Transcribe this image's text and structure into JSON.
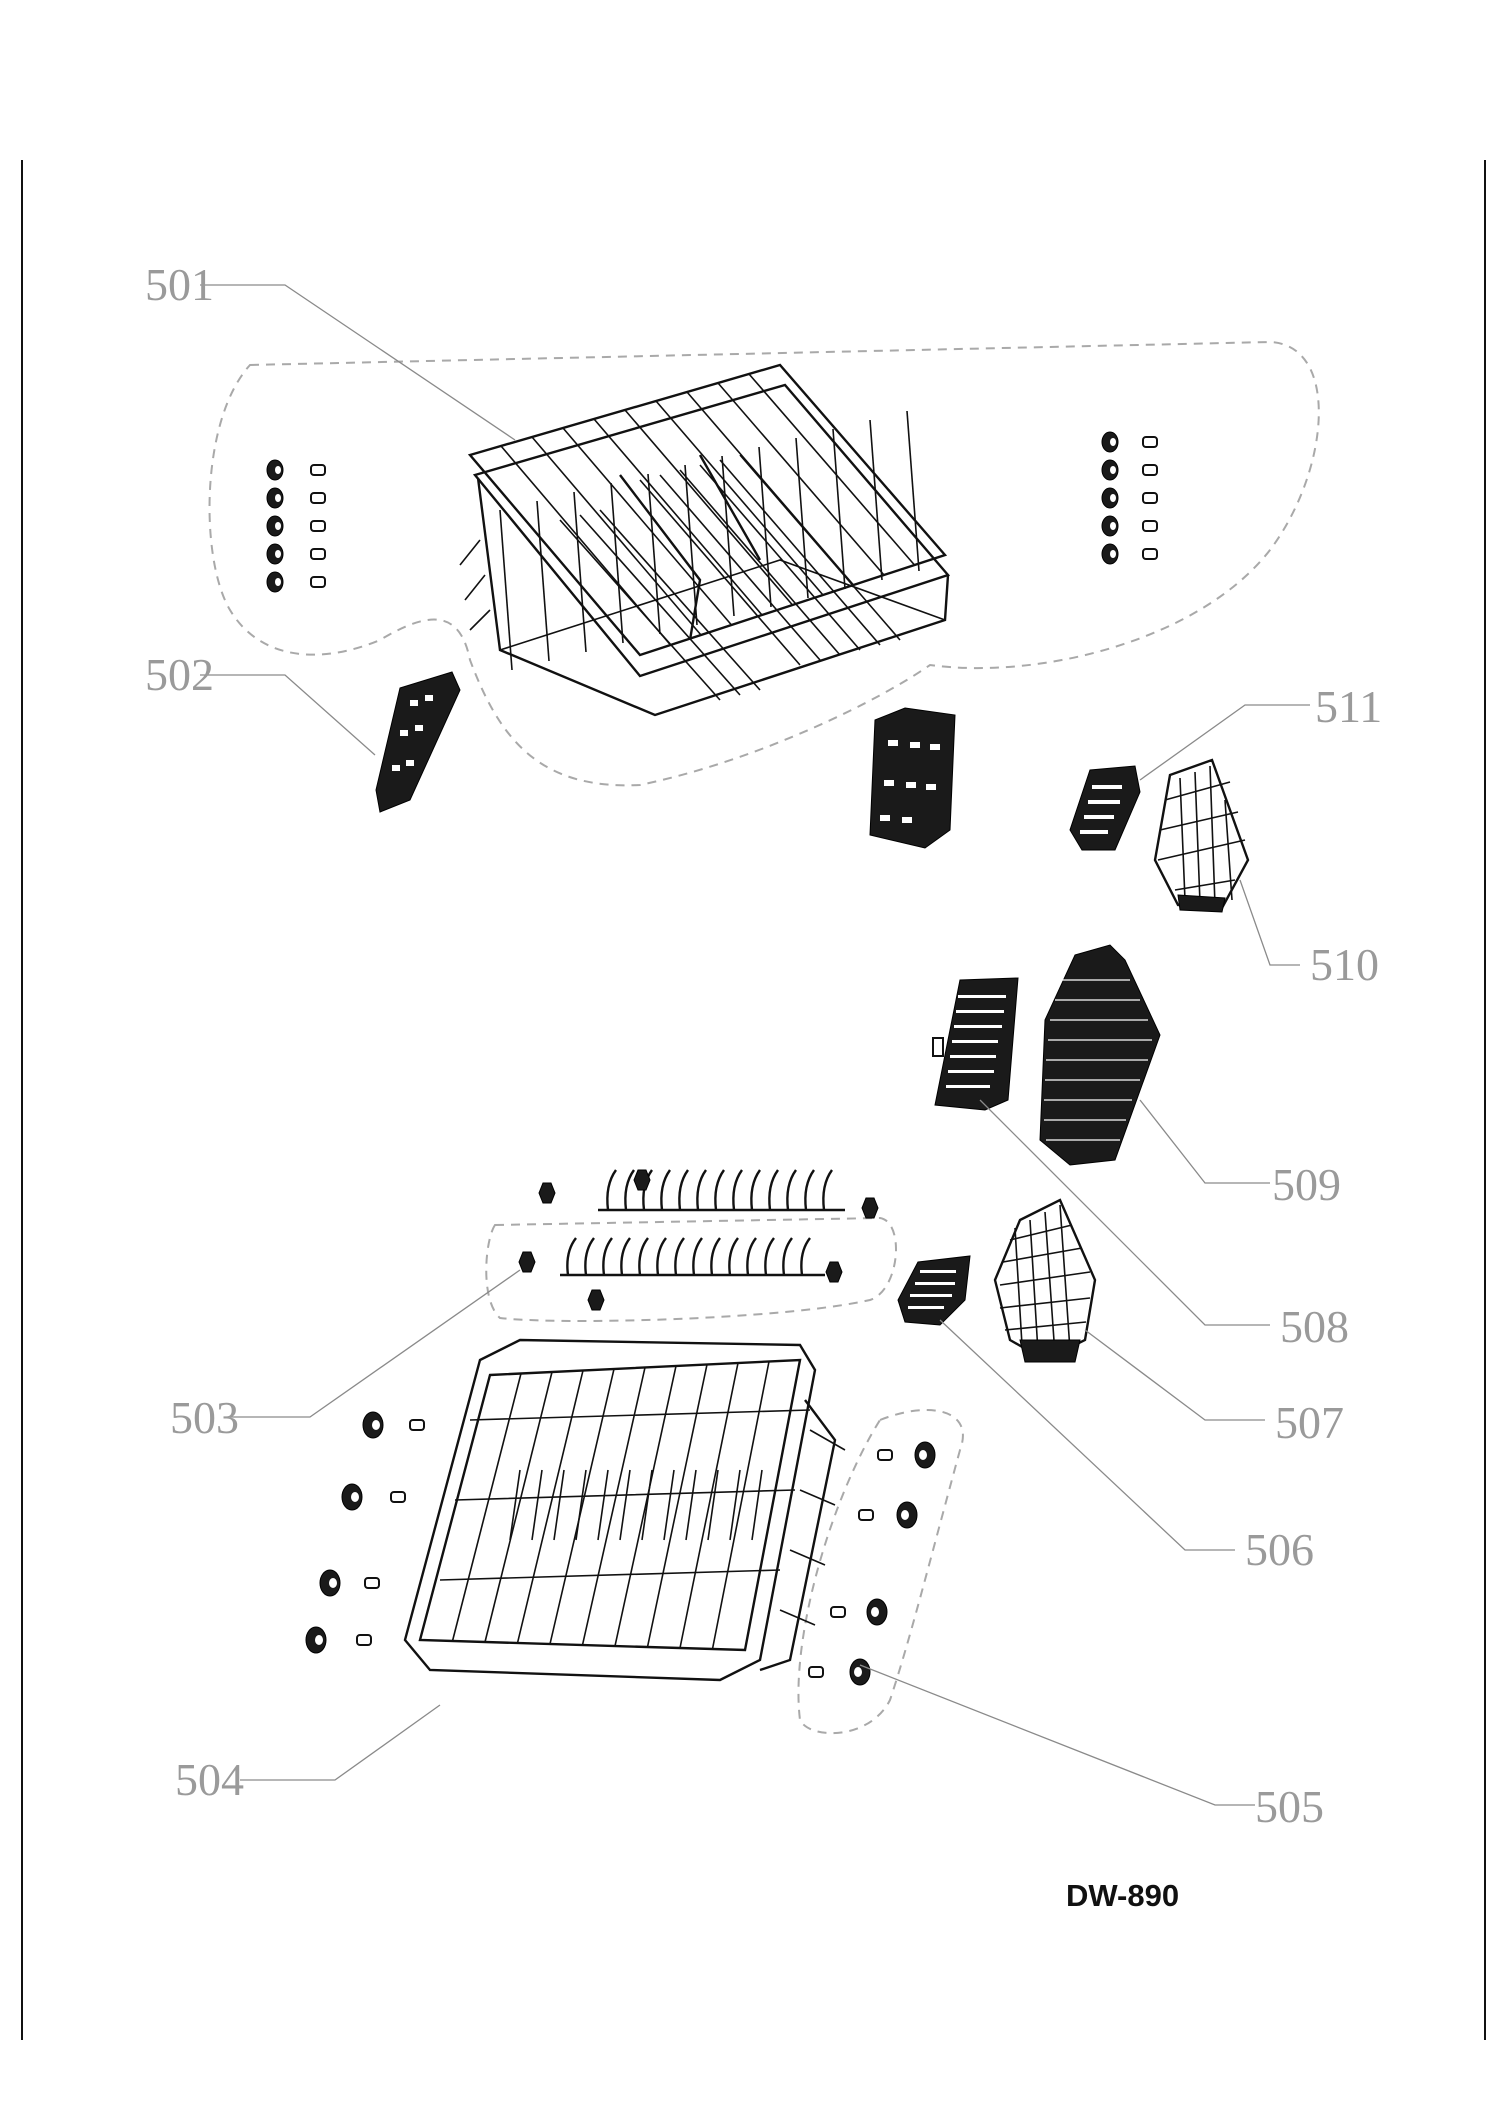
{
  "diagram": {
    "model_label": "DW-890",
    "callouts": [
      {
        "id": "501",
        "text": "501"
      },
      {
        "id": "502",
        "text": "502"
      },
      {
        "id": "503",
        "text": "503"
      },
      {
        "id": "504",
        "text": "504"
      },
      {
        "id": "505",
        "text": "505"
      },
      {
        "id": "506",
        "text": "506"
      },
      {
        "id": "507",
        "text": "507"
      },
      {
        "id": "508",
        "text": "508"
      },
      {
        "id": "509",
        "text": "509"
      },
      {
        "id": "510",
        "text": "510"
      },
      {
        "id": "511",
        "text": "511"
      }
    ]
  }
}
